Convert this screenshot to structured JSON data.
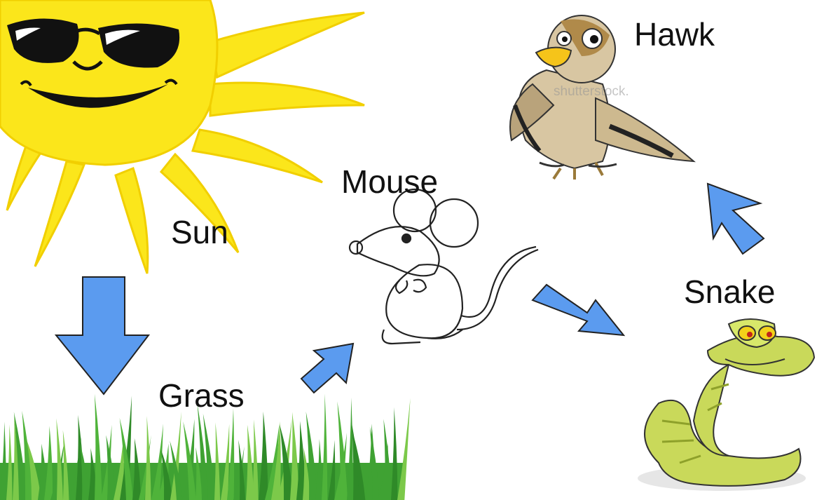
{
  "labels": {
    "sun": "Sun",
    "grass": "Grass",
    "mouse": "Mouse",
    "hawk": "Hawk",
    "snake": "Snake"
  },
  "watermark": "shutterstock.",
  "icons": [
    "sun-icon",
    "grass-icon",
    "mouse-icon",
    "hawk-icon",
    "snake-icon",
    "arrow-icon"
  ],
  "colors": {
    "sun": "#fbe61b",
    "sun_outline": "#f0c800",
    "grass": "#3fa233",
    "grass_light": "#7cc94a",
    "arrow": "#5b9bef",
    "arrow_outline": "#222222",
    "hawk_body": "#d6c3a0",
    "hawk_beak": "#f5c41a",
    "snake_body": "#c9d95a",
    "snake_dark": "#8ea12a"
  }
}
